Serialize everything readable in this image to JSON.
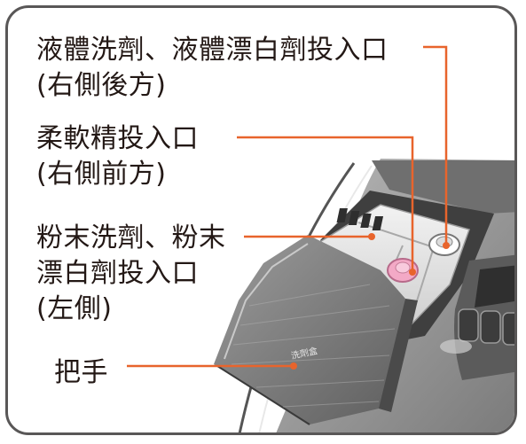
{
  "callouts": [
    {
      "line1": "液體洗劑、液體漂白劑投入口",
      "line2": "(右側後方)"
    },
    {
      "line1": "柔軟精投入口",
      "line2": "(右側前方)"
    },
    {
      "line1": "粉末洗劑、粉末",
      "line2": "漂白劑投入口",
      "line3": "(左側)"
    },
    {
      "line1": "把手"
    }
  ],
  "lid_print": "洗劑盒",
  "colors": {
    "frame": "#595757",
    "leader": "#E8642C",
    "text": "#231815",
    "machine": "#8c8c8c"
  }
}
